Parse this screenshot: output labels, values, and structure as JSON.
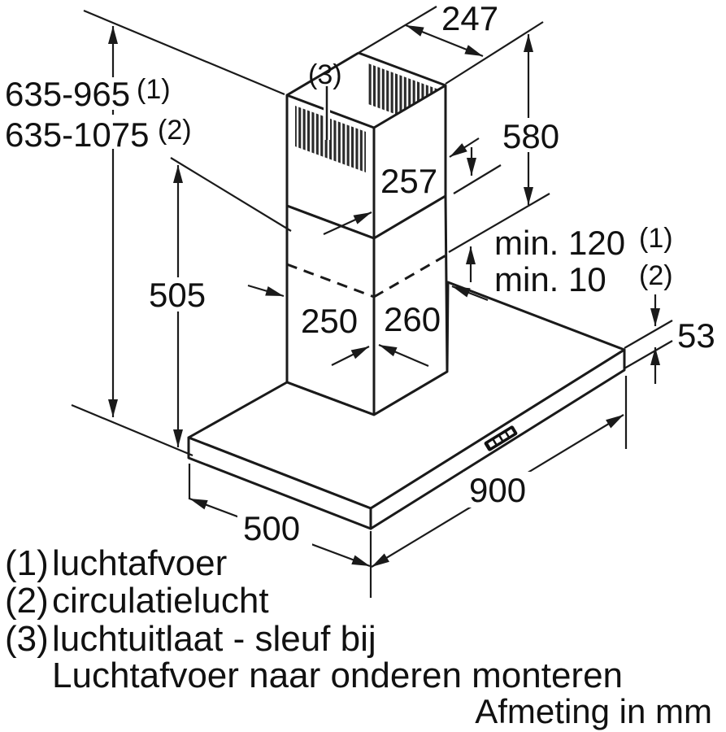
{
  "diagram": {
    "dimensions": {
      "top_depth": "247",
      "upper_duct_height": "580",
      "upper_duct_depth": "257",
      "height_range_1": "635-965",
      "height_range_1_ref": "(1)",
      "height_range_2": "635-1075",
      "height_range_2_ref": "(2)",
      "lower_duct_height": "505",
      "duct_width": "250",
      "duct_depth": "260",
      "min_clearance_1": "min. 120",
      "min_clearance_1_ref": "(1)",
      "min_clearance_2": "min. 10",
      "min_clearance_2_ref": "(2)",
      "canopy_thickness": "53",
      "canopy_width": "900",
      "canopy_depth": "500",
      "vent_slot_ref": "(3)"
    },
    "legend": {
      "item1_ref": "(1)",
      "item1_text": "luchtafvoer",
      "item2_ref": "(2)",
      "item2_text": "circulatielucht",
      "item3_ref": "(3)",
      "item3_text": "luchtuitlaat - sleuf bij",
      "item3_continuation": "Luchtafvoer naar onderen monteren",
      "units_note": "Afmeting in mm"
    },
    "colors": {
      "line": "#1a1a1a",
      "background": "#ffffff"
    }
  }
}
